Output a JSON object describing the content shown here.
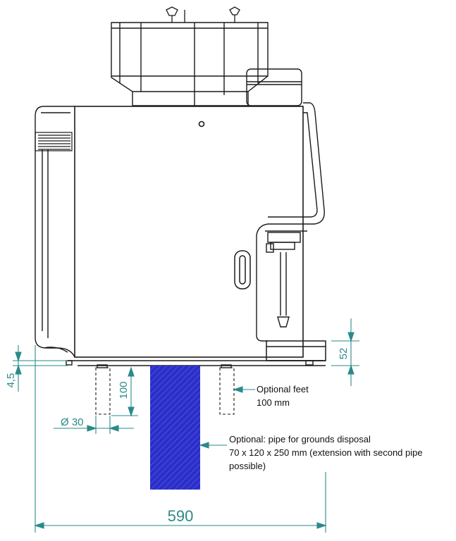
{
  "dimensions": {
    "width": "590",
    "drip_tray_height": "52",
    "base_clearance": "4,5",
    "feet_height": "100",
    "foot_diameter": "Ø 30"
  },
  "annotations": {
    "feet_line1": "Optional feet",
    "feet_line2": "100 mm",
    "pipe_line1": "Optional: pipe for grounds disposal",
    "pipe_line2": "70 x 120 x 250 mm (extension with second pipe",
    "pipe_line3": "possible)"
  },
  "colors": {
    "dimension": "#2a8a8a",
    "outline": "#1a1a1a",
    "pipe": "#2b2fc8"
  }
}
